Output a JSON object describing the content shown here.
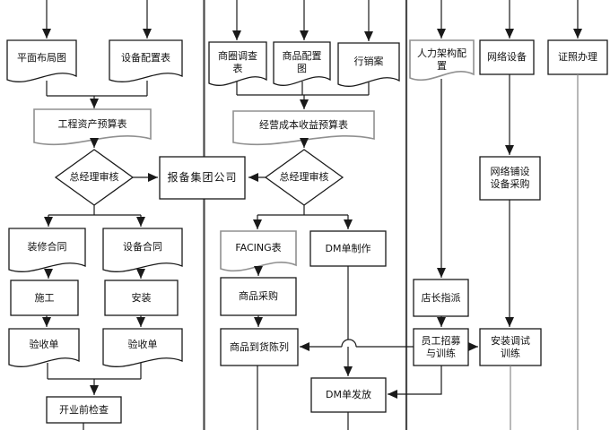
{
  "colors": {
    "line_black": "#1a1a1a",
    "soft_border_gray": "#909090",
    "divider_gray": "#4a4a4a",
    "background": "#ffffff"
  },
  "nodes": {
    "floor_plan": {
      "label": "平面布局图"
    },
    "equipment_config": {
      "label": "设备配置表"
    },
    "engineering_budget": {
      "label": "工程资产预算表"
    },
    "gm_review_left": {
      "label": "总经理审核"
    },
    "report_group": {
      "label": "报备集团公司"
    },
    "decoration_contract": {
      "label": "装修合同"
    },
    "equipment_contract": {
      "label": "设备合同"
    },
    "construction": {
      "label": "施工"
    },
    "installation": {
      "label": "安装"
    },
    "acceptance_left": {
      "label": "验收单"
    },
    "acceptance_right": {
      "label": "验收单"
    },
    "pre_opening_check": {
      "label": "开业前检查"
    },
    "market_survey": {
      "label": "商圈调查\n表"
    },
    "product_config": {
      "label": "商品配置\n图"
    },
    "marketing_plan": {
      "label": "行销案"
    },
    "operating_budget": {
      "label": "经营成本收益预算表"
    },
    "gm_review_mid": {
      "label": "总经理审核"
    },
    "facing_table": {
      "label": "FACING表"
    },
    "dm_production": {
      "label": "DM单制作"
    },
    "product_purchase": {
      "label": "商品采购"
    },
    "goods_display": {
      "label": "商品到货陈列"
    },
    "dm_distribution": {
      "label": "DM单发放"
    },
    "hr_structure": {
      "label": "人力架构配\n置"
    },
    "network_equipment": {
      "label": "网络设备"
    },
    "license_handling": {
      "label": "证照办理"
    },
    "network_procurement": {
      "label": "网络铺设\n设备采购"
    },
    "store_manager": {
      "label": "店长指派"
    },
    "staff_recruitment": {
      "label": "员工招募\n与训练"
    },
    "installation_training": {
      "label": "安装调试\n训练"
    }
  }
}
